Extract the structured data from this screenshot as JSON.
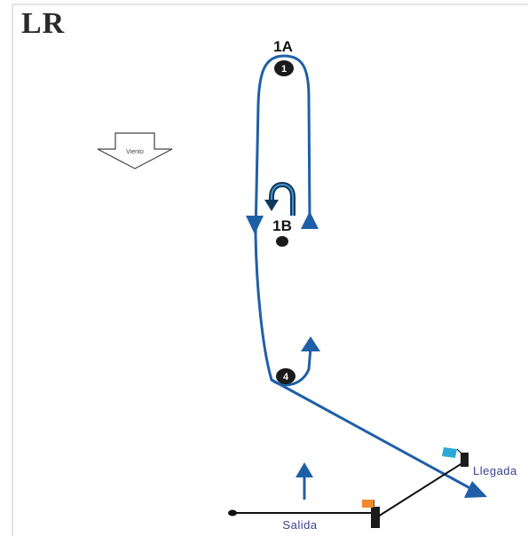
{
  "title": "LR",
  "marks": {
    "mark_1a": {
      "label": "1A",
      "number": "1"
    },
    "mark_1b": {
      "label": "1B"
    },
    "mark_4": {
      "number": "4"
    }
  },
  "wind": {
    "label": "Viento",
    "direction": "down"
  },
  "start_line": {
    "label": "Salida"
  },
  "finish_line": {
    "label": "Llegada"
  },
  "colors": {
    "course": "#1f5fa8",
    "gate_arrow": "#0d3a5c",
    "buoy": "#1b1b1b",
    "flag_start": "#f08a2a",
    "flag_finish": "#2aa9d9",
    "label_text": "#3a3f8f"
  }
}
